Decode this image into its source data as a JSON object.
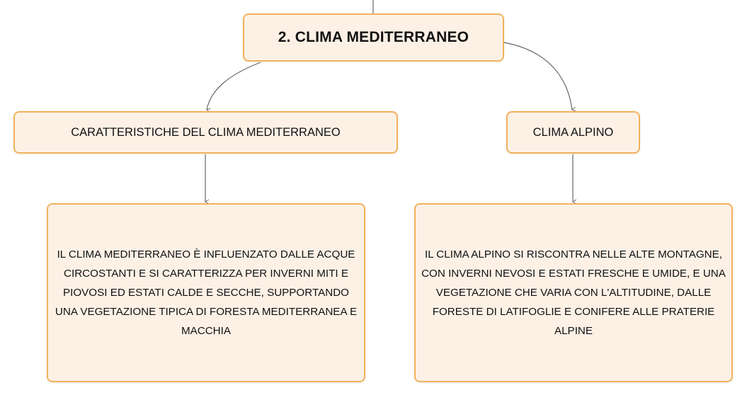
{
  "root": {
    "label": "2. CLIMA MEDITERRANEO"
  },
  "branches": [
    {
      "title": "CARATTERISTICHE DEL CLIMA MEDITERRANEO",
      "description": "IL CLIMA MEDITERRANEO È INFLUENZATO DALLE ACQUE CIRCOSTANTI E SI CARATTERIZZA PER INVERNI MITI E PIOVOSI ED ESTATI CALDE E SECCHE, SUPPORTANDO UNA VEGETAZIONE TIPICA DI FORESTA MEDITERRANEA E MACCHIA"
    },
    {
      "title": "CLIMA ALPINO",
      "description": "IL CLIMA ALPINO SI RISCONTRA NELLE ALTE MONTAGNE, CON INVERNI NEVOSI E ESTATI FRESCHE E UMIDE, E UNA VEGETAZIONE CHE VARIA CON L'ALTITUDINE, DALLE FORESTE DI LATIFOGLIE E CONIFERE ALLE PRATERIE ALPINE"
    }
  ],
  "colors": {
    "node_fill": "#fdf1e6",
    "node_border": "#f2b25c",
    "connector": "#666666"
  }
}
